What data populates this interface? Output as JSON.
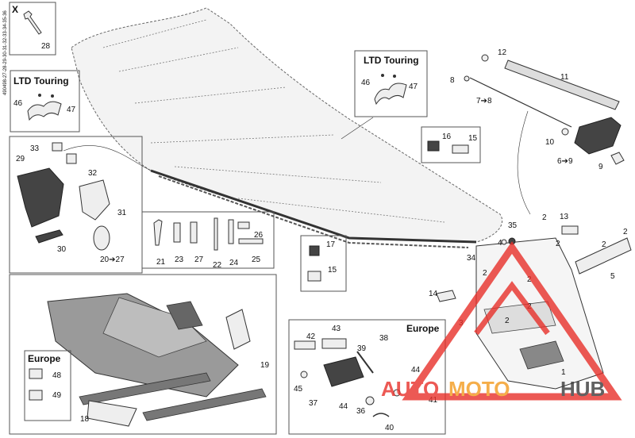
{
  "drawing_code": "490498-27-28-29-30-31-32-33-34-35-36",
  "boxes": {
    "x": "X",
    "ltd_touring_1": "LTD Touring",
    "ltd_touring_2": "LTD Touring",
    "europe_1": "Europe",
    "europe_2": "Europe"
  },
  "callouts": {
    "c28": "28",
    "c12": "12",
    "c11": "11",
    "c8": "8",
    "c7_8": "7➔8",
    "c46a": "46",
    "c47a": "47",
    "c46b": "46",
    "c47b": "47",
    "c16": "16",
    "c15a": "15",
    "c10": "10",
    "c6_9": "6➔9",
    "c9": "9",
    "c33": "33",
    "c29": "29",
    "c32": "32",
    "c31": "31",
    "c30": "30",
    "c20_27": "20➔27",
    "c21": "21",
    "c23": "23",
    "c27": "27",
    "c22": "22",
    "c24": "24",
    "c26": "26",
    "c25": "25",
    "c17": "17",
    "c15b": "15",
    "c35": "35",
    "c2a": "2",
    "c2b": "2",
    "c13": "13",
    "c2c": "2",
    "c2d": "2",
    "c4": "4",
    "c34": "34",
    "c2e": "2",
    "c5": "5",
    "c2f": "2",
    "c2g": "2",
    "c14": "14",
    "c3": "3",
    "c2h": "2",
    "c1": "1",
    "c48": "48",
    "c49": "49",
    "c19": "19",
    "c18": "18",
    "c42": "42",
    "c43": "43",
    "c39": "39",
    "c38": "38",
    "c44a": "44",
    "c45": "45",
    "c37": "37",
    "c44b": "44",
    "c36": "36",
    "c41": "41",
    "c40": "40"
  },
  "watermark": {
    "part1": "AUTO",
    "part2": "MOTO",
    "part3": "HUB"
  },
  "colors": {
    "watermark_red": "#e8302a",
    "watermark_orange": "#f39a1e",
    "watermark_dark": "#3a3a3a"
  }
}
